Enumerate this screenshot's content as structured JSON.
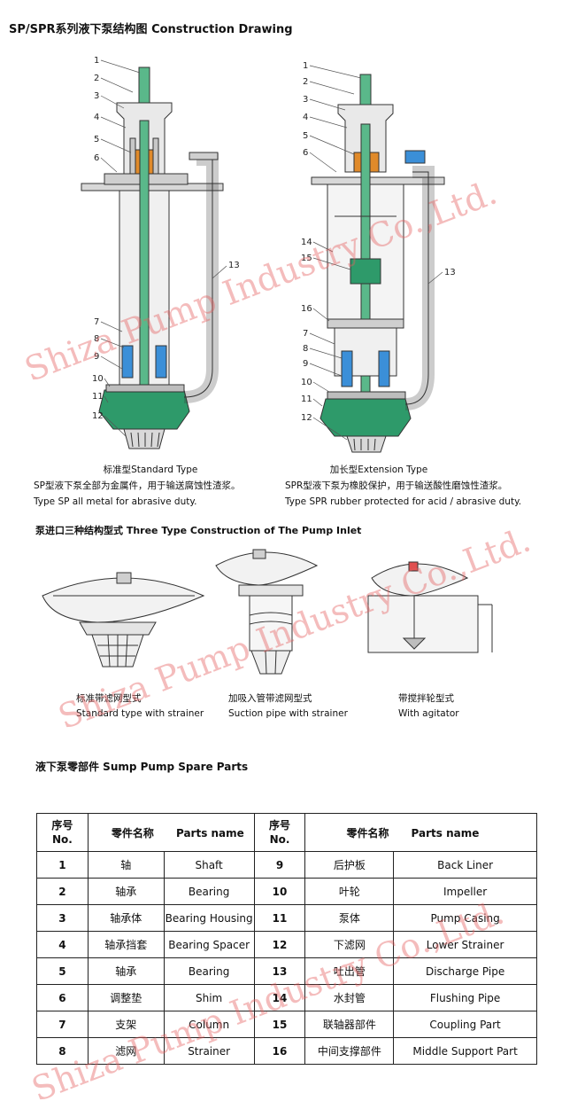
{
  "section1": {
    "title": "SP/SPR系列液下泵结构图  Construction Drawing"
  },
  "drawing": {
    "labels_left": [
      "1",
      "2",
      "3",
      "4",
      "5",
      "6",
      "7",
      "8",
      "9",
      "10",
      "11",
      "12",
      "13"
    ],
    "labels_right": [
      "1",
      "2",
      "3",
      "4",
      "5",
      "6",
      "14",
      "15",
      "13",
      "16",
      "7",
      "8",
      "9",
      "10",
      "11",
      "12"
    ]
  },
  "standard": {
    "title": "标准型Standard Type",
    "desc_cn": "SP型液下泵全部为金属件，用于输送腐蚀性渣浆。",
    "desc_en": "Type SP all metal for abrasive duty."
  },
  "extension": {
    "title": "加长型Extension Type",
    "desc_cn": "SPR型液下泵为橡胶保护，用于输送酸性磨蚀性渣浆。",
    "desc_en": "Type SPR rubber protected for acid / abrasive duty."
  },
  "section2": {
    "title": "泵进口三种结构型式  Three Type  Construction of The Pump Inlet"
  },
  "inlets": [
    {
      "cn": "标准带滤网型式",
      "en": "Standard type with strainer"
    },
    {
      "cn": "加吸入管带滤网型式",
      "en": "Suction pipe with strainer"
    },
    {
      "cn": "带搅拌轮型式",
      "en": "With agitator"
    }
  ],
  "section3": {
    "title": "液下泵零部件  Sump Pump Spare Parts"
  },
  "table": {
    "headers": {
      "no_cn": "序号",
      "no_en": "No.",
      "name_cn": "零件名称",
      "name_en": "Parts name"
    },
    "rows": [
      {
        "no": "1",
        "cn": "轴",
        "en": "Shaft",
        "no2": "9",
        "cn2": "后护板",
        "en2": "Back Liner"
      },
      {
        "no": "2",
        "cn": "轴承",
        "en": "Bearing",
        "no2": "10",
        "cn2": "叶轮",
        "en2": "Impeller"
      },
      {
        "no": "3",
        "cn": "轴承体",
        "en": "Bearing Housing",
        "no2": "11",
        "cn2": "泵体",
        "en2": "Pump Casing"
      },
      {
        "no": "4",
        "cn": "轴承挡套",
        "en": "Bearing Spacer",
        "no2": "12",
        "cn2": "下滤网",
        "en2": "Lower Strainer"
      },
      {
        "no": "5",
        "cn": "轴承",
        "en": "Bearing",
        "no2": "13",
        "cn2": "吐出管",
        "en2": "Discharge Pipe"
      },
      {
        "no": "6",
        "cn": "调整垫",
        "en": "Shim",
        "no2": "14",
        "cn2": "水封管",
        "en2": "Flushing Pipe"
      },
      {
        "no": "7",
        "cn": "支架",
        "en": "Column",
        "no2": "15",
        "cn2": "联轴器部件",
        "en2": "Coupling Part"
      },
      {
        "no": "8",
        "cn": "滤网",
        "en": "Strainer",
        "no2": "16",
        "cn2": "中间支撑部件",
        "en2": "Middle Support Part"
      }
    ]
  },
  "watermark": "Shiza Pump Industry Co.,Ltd.",
  "colors": {
    "watermark": "#e45f5f",
    "pump_green": "#2e9a6a",
    "bearing_orange": "#e08a2a",
    "strainer_blue": "#3b8fd8"
  }
}
